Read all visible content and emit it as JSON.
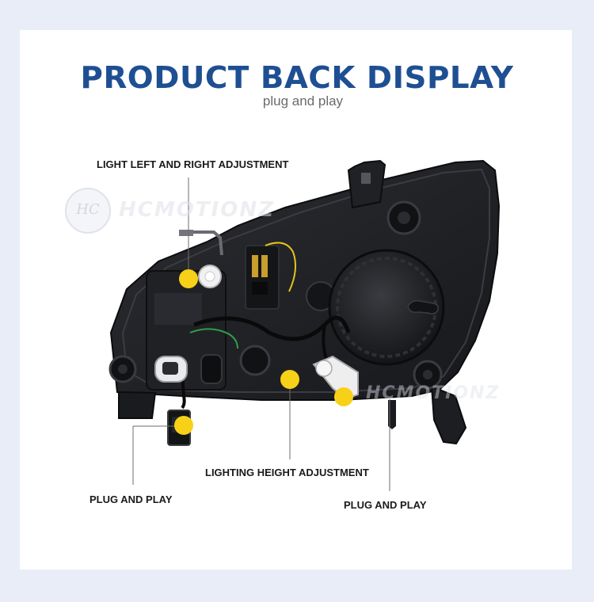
{
  "header": {
    "title": "PRODUCT BACK DISPLAY",
    "subtitle": "plug and play"
  },
  "callouts": {
    "light_adjust": "LIGHT LEFT AND RIGHT ADJUSTMENT",
    "plug_left": "PLUG AND PLAY",
    "height_adjust": "LIGHTING HEIGHT ADJUSTMENT",
    "plug_right": "PLUG AND PLAY"
  },
  "watermark": {
    "logo_text": "HC",
    "brand_text": "HCMOTIONZ"
  },
  "colors": {
    "title": "#1f4f93",
    "marker": "#f7d117",
    "housing": "#1b1c1f"
  },
  "icons": [
    "headlight-image",
    "marker-dot",
    "callout-line",
    "watermark-logo"
  ]
}
